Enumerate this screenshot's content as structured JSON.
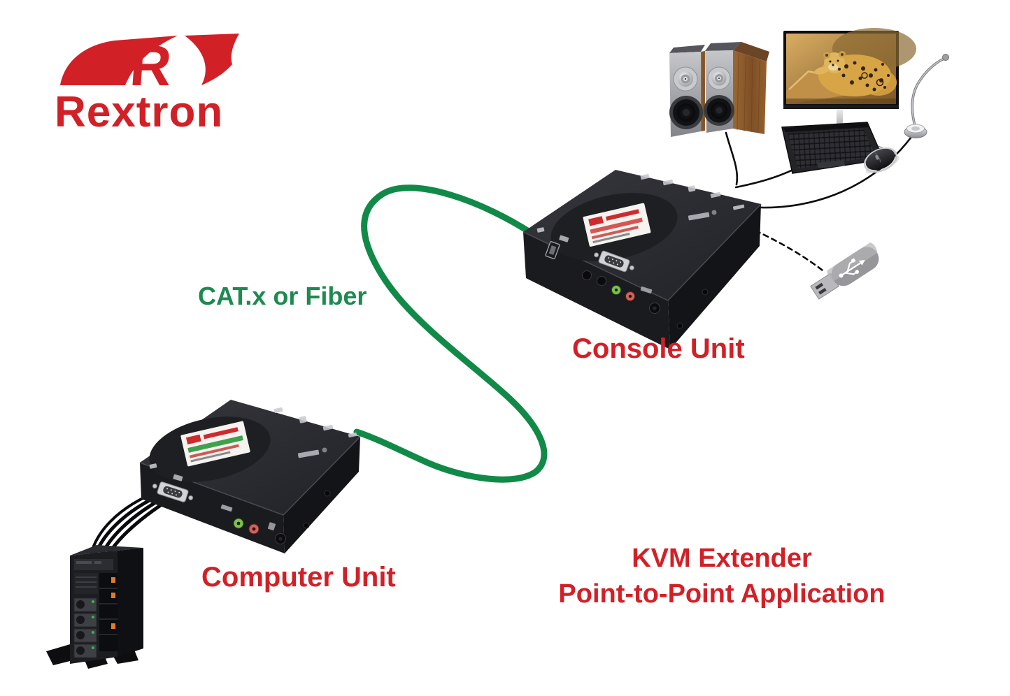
{
  "brand": {
    "logo_text": "Rextron",
    "logo_color": "#d22027"
  },
  "connection": {
    "label": "CAT.x or Fiber",
    "color": "#1d8a4f"
  },
  "units": {
    "console": {
      "label": "Console Unit"
    },
    "computer": {
      "label": "Computer Unit"
    }
  },
  "caption": {
    "line1": "KVM Extender",
    "line2": "Point-to-Point Application",
    "color": "#d22027"
  },
  "colors": {
    "accent_red": "#d22027",
    "cable_green": "#118a48"
  },
  "icons": {
    "rextron_logo_mark": "stylized-red-R-swoosh",
    "green_cable": "catx-or-fiber-link-cable",
    "server": "tower-server",
    "computer_device": "kvm-extender-computer-box",
    "console_device": "kvm-extender-console-box",
    "speakers": "stereo-bookshelf-speakers",
    "monitor": "monitor-with-leopard-wallpaper",
    "keyboard": "keyboard",
    "mouse": "mouse",
    "microphone": "gooseneck-microphone",
    "usb_drive": "usb-flash-drive",
    "usb_icon": "usb-trident-symbol"
  }
}
